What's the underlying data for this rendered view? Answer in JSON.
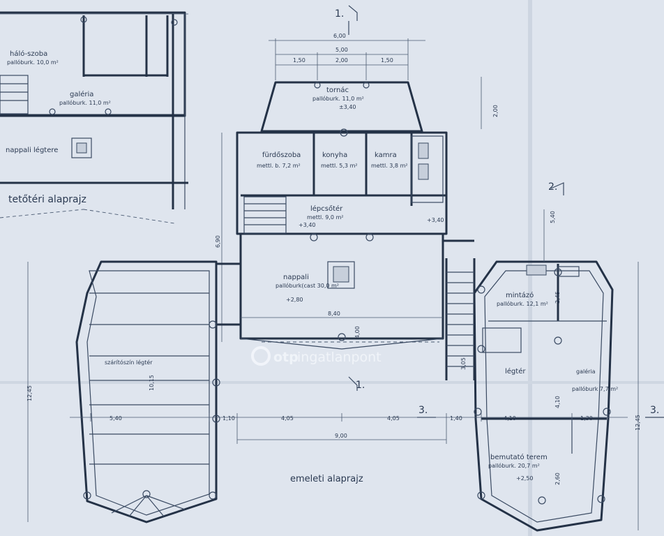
{
  "plans": {
    "attic_title": "tetőtéri alaprajz",
    "upper_title": "emeleti alaprajz"
  },
  "rooms": {
    "halo": {
      "name": "háló-szoba",
      "finish": "pallóburk. 10,0 m²"
    },
    "galeria_top": {
      "name": "galéria",
      "finish": "pallóburk. 11,0 m²"
    },
    "nappali_legter": {
      "name": "nappali légtere"
    },
    "tornac": {
      "name": "tornác",
      "finish": "pallóburk. 11,0 m²"
    },
    "furdo": {
      "name": "fürdőszoba",
      "finish": "mettl. b. 7,2 m²"
    },
    "konyha": {
      "name": "konyha",
      "finish": "mettl. 5,3 m²"
    },
    "kamra": {
      "name": "kamra",
      "finish": "mettl. 3,8 m²"
    },
    "lepcsohaz": {
      "name": "lépcsőtér",
      "finish": "mettl. 9,0 m²"
    },
    "nappali": {
      "name": "nappali",
      "finish": "pallóburk(cast 30,0 m²"
    },
    "szaritoszin": {
      "name": "szárítószín légtér"
    },
    "mintazo": {
      "name": "mintázó",
      "finish": "pallóburk. 12,1 m²"
    },
    "legter": {
      "name": "légtér"
    },
    "galeria_right": {
      "name": "galéria",
      "finish": "pallóburk 7,7 m²"
    },
    "bemutato": {
      "name": "bemutató terem",
      "finish": "pallóburk. 20,7 m²"
    }
  },
  "dimensions": {
    "top_overall": "6,00",
    "top_inner": "5,00",
    "top_seg_a": "1,50",
    "top_seg_b": "2,00",
    "top_seg_c": "1,50",
    "porch_depth": "2,00",
    "left_height": "6,90",
    "nappali_width": "8,40",
    "nappali_depth": "4,00",
    "bottom_a": "5,40",
    "bottom_b": "1,10",
    "bottom_c": "4,05",
    "bottom_d": "4,05",
    "bottom_e": "1,40",
    "bottom_f": "4,10",
    "bottom_g": "1,30",
    "bottom_total": "9,00",
    "left_wing_length": "12,45",
    "right_wing_length": "12,45",
    "left_wing_inner": "10,15",
    "right_top": "5,40",
    "right_mid": "2,45",
    "right_low": "4,10",
    "right_bottom": "2,60",
    "stair_run": "3,05",
    "levels": [
      "±3,40",
      "+3,40",
      "+3,40",
      "+2,80",
      "+2,50"
    ],
    "section_1": "1.",
    "section_2": "2.",
    "section_3": "3."
  },
  "watermark": {
    "brand": "otp",
    "text": "ingatlanpont"
  },
  "colors": {
    "paper": "#dfe5ee",
    "ink": "#243247"
  }
}
